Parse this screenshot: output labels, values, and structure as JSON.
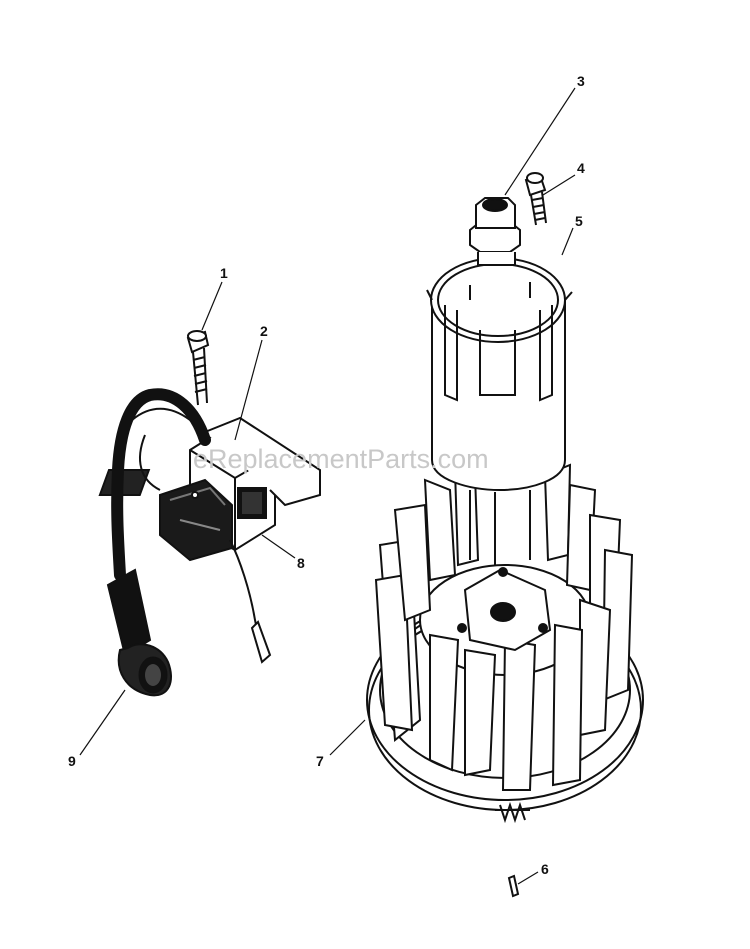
{
  "diagram": {
    "watermark": "eReplacementParts.com",
    "callouts": [
      {
        "id": "1",
        "label": "1"
      },
      {
        "id": "2",
        "label": "2"
      },
      {
        "id": "3",
        "label": "3"
      },
      {
        "id": "4",
        "label": "4"
      },
      {
        "id": "5",
        "label": "5"
      },
      {
        "id": "6",
        "label": "6"
      },
      {
        "id": "7",
        "label": "7"
      },
      {
        "id": "8",
        "label": "8"
      },
      {
        "id": "9",
        "label": "9"
      }
    ],
    "colors": {
      "ink": "#111111",
      "paper": "#ffffff",
      "watermark": "#c8c8c8"
    }
  }
}
